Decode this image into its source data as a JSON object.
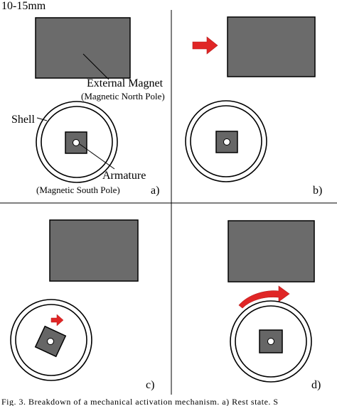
{
  "header_fragment": "10-15mm",
  "panels": [
    {
      "id": "a",
      "panel_label": "a)",
      "external_magnet_label": "External Magnet",
      "external_magnet_sub": "(Magnetic North Pole)",
      "shell_label": "Shell",
      "armature_label": "Armature",
      "armature_sub": "(Magnetic South Pole)"
    },
    {
      "id": "b",
      "panel_label": "b)",
      "arrow": "straight"
    },
    {
      "id": "c",
      "panel_label": "c)",
      "arrow": "straight-small",
      "armature_rotation_deg": 25
    },
    {
      "id": "d",
      "panel_label": "d)",
      "arrow": "curved"
    }
  ],
  "caption_fragment": "Fig. 3. Breakdown of a mechanical activation mechanism. a) Rest state. S",
  "colors": {
    "magnet_fill": "#6b6b6b",
    "armature_fill": "#666666",
    "arrow_red": "#e02626",
    "line": "#000000"
  }
}
